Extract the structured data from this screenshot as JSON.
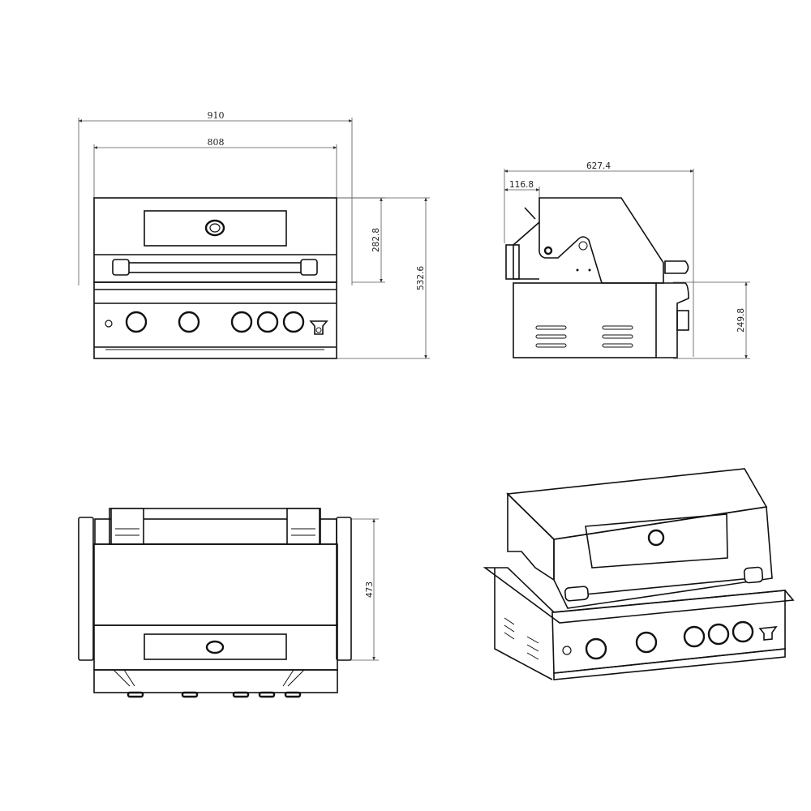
{
  "drawing": {
    "subject": "Built-in gas grill, 5 knobs, technical dimension drawing",
    "units": "mm",
    "views": [
      {
        "name": "front-view",
        "dimensions": {
          "overall_width": "910",
          "inner_width": "808",
          "hood_height": "282.8",
          "overall_height": "532.6"
        }
      },
      {
        "name": "side-view",
        "dimensions": {
          "overall_depth": "627.4",
          "rear_offset": "116.8",
          "body_height": "249.8"
        }
      },
      {
        "name": "top-view",
        "dimensions": {
          "depth": "473"
        }
      },
      {
        "name": "isometric-view",
        "dimensions": {}
      }
    ],
    "features": {
      "knob_count": 5,
      "has_thermometer": true,
      "has_bottle_opener": true,
      "has_ignition_button": true
    }
  },
  "labels": {
    "w910": "910",
    "w808": "808",
    "h282": "282.8",
    "h532": "532.6",
    "d627": "627.4",
    "d116": "116.8",
    "h249": "249.8",
    "d473": "473"
  }
}
